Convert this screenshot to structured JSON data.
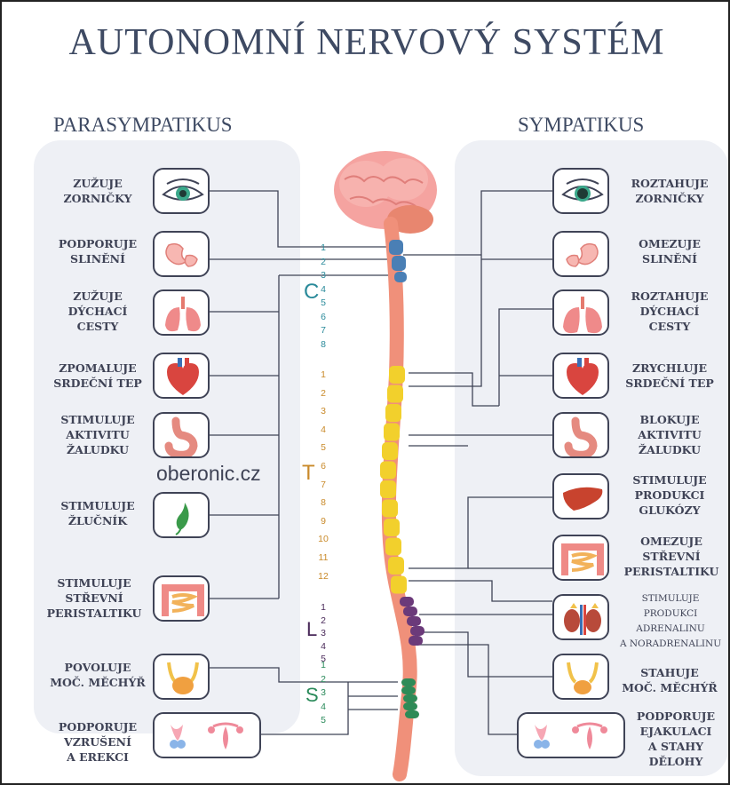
{
  "title": "AUTONOMNÍ NERVOVÝ SYSTÉM",
  "parasympathetic": {
    "heading": "PARASYMPATIKUS",
    "items": [
      {
        "label": "ZUŽUJE\nZORNIČKY",
        "icon": "eye-icon"
      },
      {
        "label": "PODPORUJE\nSLINĚNÍ",
        "icon": "salivary-gland-icon"
      },
      {
        "label": "ZUŽUJE\nDÝCHACÍ\nCESTY",
        "icon": "lungs-icon"
      },
      {
        "label": "ZPOMALUJE\nSRDEČNÍ TEP",
        "icon": "heart-icon"
      },
      {
        "label": "STIMULUJE\nAKTIVITU\nŽALUDKU",
        "icon": "stomach-icon"
      },
      {
        "label": "STIMULUJE\nŽLUČNÍK",
        "icon": "gallbladder-icon"
      },
      {
        "label": "STIMULUJE\nSTŘEVNÍ\nPERISTALTIKU",
        "icon": "intestine-icon"
      },
      {
        "label": "POVOLUJE\nMOČ. MĚCHÝŘ",
        "icon": "bladder-icon"
      },
      {
        "label": "PODPORUJE\nVZRUŠENÍ\nA EREKCI",
        "icon": "reproductive-organs-icon"
      }
    ]
  },
  "sympathetic": {
    "heading": "SYMPATIKUS",
    "items": [
      {
        "label": "ROZTAHUJE\nZORNIČKY",
        "icon": "eye-icon"
      },
      {
        "label": "OMEZUJE\nSLINĚNÍ",
        "icon": "salivary-gland-icon"
      },
      {
        "label": "ROZTAHUJE\nDÝCHACÍ\nCESTY",
        "icon": "lungs-icon"
      },
      {
        "label": "ZRYCHLUJE\nSRDEČNÍ TEP",
        "icon": "heart-icon"
      },
      {
        "label": "BLOKUJE\nAKTIVITU\nŽALUDKU",
        "icon": "stomach-icon"
      },
      {
        "label": "STIMULUJE\nPRODUKCI\nGLUKÓZY",
        "icon": "liver-icon"
      },
      {
        "label": "OMEZUJE\nSTŘEVNÍ\nPERISTALTIKU",
        "icon": "intestine-icon"
      },
      {
        "label": "STIMULUJE\nPRODUKCI\nADRENALINU\nA NORADRENALINU",
        "icon": "kidneys-adrenal-icon"
      },
      {
        "label": "STAHUJE\nMOČ. MĚCHÝŘ",
        "icon": "bladder-icon"
      },
      {
        "label": "PODPORUJE\nEJAKULACI\nA STAHY\nDĚLOHY",
        "icon": "reproductive-organs-icon"
      }
    ]
  },
  "watermark": "oberonic.cz",
  "spine": {
    "segments": [
      {
        "letter": "C",
        "color": "#2a8a9a",
        "numbers": [
          "1",
          "2",
          "3",
          "4",
          "5",
          "6",
          "7",
          "8"
        ]
      },
      {
        "letter": "T",
        "color": "#c98a2a",
        "numbers": [
          "1",
          "2",
          "3",
          "4",
          "5",
          "6",
          "7",
          "8",
          "9",
          "10",
          "11",
          "12"
        ]
      },
      {
        "letter": "L",
        "color": "#4a2a5a",
        "numbers": [
          "1",
          "2",
          "3",
          "4",
          "5"
        ]
      },
      {
        "letter": "S",
        "color": "#2a8a5a",
        "numbers": [
          "1",
          "2",
          "3",
          "4",
          "5"
        ]
      }
    ]
  },
  "colors": {
    "text": "#3f4356",
    "panel": "#eef0f5",
    "cervical": "#4a7fb5",
    "thoracic": "#f2d02c",
    "lumbar": "#6b3a7a",
    "sacral": "#2e8b57",
    "cord": "#f0907a",
    "brain": "#f5a3a0"
  }
}
